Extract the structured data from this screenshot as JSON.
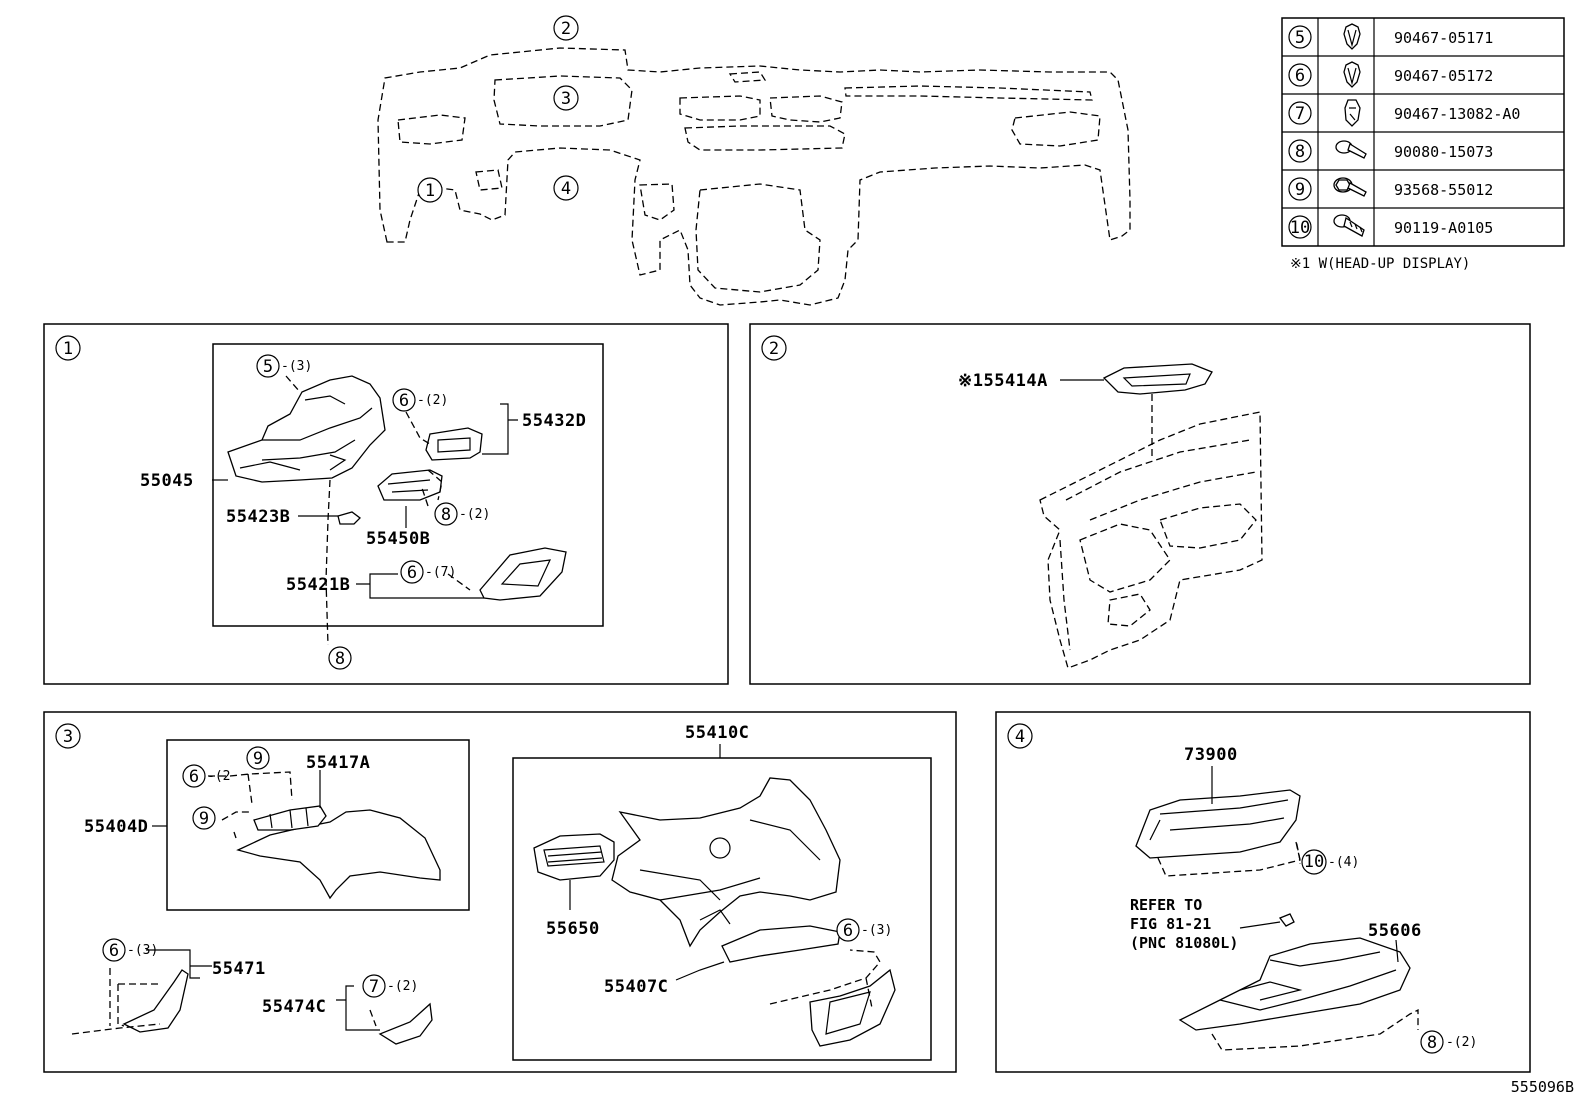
{
  "fastener_table": [
    {
      "ref": "5",
      "part_no": "90467-05171",
      "icon": "clip-icon"
    },
    {
      "ref": "6",
      "part_no": "90467-05172",
      "icon": "clip-icon"
    },
    {
      "ref": "7",
      "part_no": "90467-13082-A0",
      "icon": "clip-icon"
    },
    {
      "ref": "8",
      "part_no": "90080-15073",
      "icon": "screw-icon"
    },
    {
      "ref": "9",
      "part_no": "93568-55012",
      "icon": "flange-screw-icon"
    },
    {
      "ref": "10",
      "part_no": "90119-A0105",
      "icon": "bolt-icon"
    }
  ],
  "note": "※1 W(HEAD-UP DISPLAY)",
  "overview": {
    "refs": [
      "1",
      "2",
      "3",
      "4"
    ]
  },
  "panel1": {
    "id": "1",
    "labels": {
      "p55045": "55045",
      "p55432D": "55432D",
      "p55423B": "55423B",
      "p55450B": "55450B",
      "p55421B": "55421B"
    },
    "callouts": {
      "c5": {
        "ref": "5",
        "qty": "-(3)"
      },
      "c6a": {
        "ref": "6",
        "qty": "-(2)"
      },
      "c8": {
        "ref": "8",
        "qty": "-(2)"
      },
      "c6b": {
        "ref": "6",
        "qty": "-(7)"
      },
      "c8b": {
        "ref": "8"
      }
    }
  },
  "panel2": {
    "id": "2",
    "labels": {
      "p55414A": "※155414A"
    }
  },
  "panel3": {
    "id": "3",
    "labels": {
      "p55417A": "55417A",
      "p55404D": "55404D",
      "p55410C": "55410C",
      "p55650": "55650",
      "p55407C": "55407C",
      "p55471": "55471",
      "p55474C": "55474C"
    },
    "callouts": {
      "c9a": {
        "ref": "9"
      },
      "c6a": {
        "ref": "6",
        "qty": "-(2"
      },
      "c9b": {
        "ref": "9"
      },
      "c6b": {
        "ref": "6",
        "qty": "-(3)"
      },
      "c6c": {
        "ref": "6",
        "qty": "-(3)"
      },
      "c7": {
        "ref": "7",
        "qty": "-(2)"
      }
    }
  },
  "panel4": {
    "id": "4",
    "labels": {
      "p73900": "73900",
      "p55606": "55606"
    },
    "refer": [
      "REFER TO",
      "FIG 81-21",
      "(PNC 81080L)"
    ],
    "callouts": {
      "c10": {
        "ref": "10",
        "qty": "-(4)"
      },
      "c8": {
        "ref": "8",
        "qty": "-(2)"
      }
    }
  },
  "diagram_code": "555096B"
}
